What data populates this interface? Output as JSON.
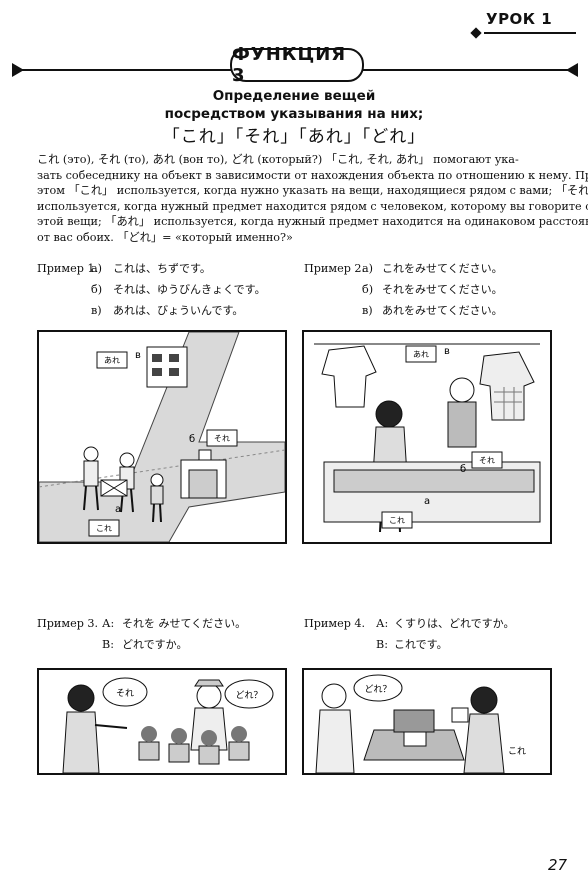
{
  "header": {
    "lesson": "УРОК 1",
    "function_title": "ФУНКЦИЯ 3"
  },
  "heading": {
    "line1": "Определение вещей",
    "line2": "посредством указывания на них;",
    "line3": "「これ」「それ」「あれ」「どれ」"
  },
  "paragraph": [
    "これ (это),   それ (то),   あれ (вон то),   どれ   (который?) 「これ, それ, あれ」 помогают ука-",
    "зать собеседнику на объект в зависимости от нахождения объекта по отношению к нему. При",
    "этом 「これ」 используется, когда нужно указать на вещи, находящиеся рядом с вами; 「それ」",
    "используется, когда нужный предмет находится рядом с человеком, которому вы говорите об",
    "этой вещи; 「あれ」 используется, когда нужный предмет находится на одинаковом расстоянии",
    "от вас обоих. 「どれ」= «который именно?»"
  ],
  "example1": {
    "label": "Пример 1.",
    "rows": [
      {
        "marker": "а)",
        "text": "これは、ちずです。"
      },
      {
        "marker": "б)",
        "text": "それは、ゆうびんきょくです。"
      },
      {
        "marker": "в)",
        "text": "あれは、びょういんです。"
      }
    ]
  },
  "example2": {
    "label": "Пример 2.",
    "rows": [
      {
        "marker": "а)",
        "text": "これをみせてください。"
      },
      {
        "marker": "б)",
        "text": "それをみせてください。"
      },
      {
        "marker": "в)",
        "text": "あれをみせてください。"
      }
    ]
  },
  "example3": {
    "label": "Пример 3.",
    "rows": [
      {
        "marker": "А:",
        "text": "それを みせてください。"
      },
      {
        "marker": "В:",
        "text": "どれですか。"
      }
    ]
  },
  "example4": {
    "label": "Пример 4.",
    "rows": [
      {
        "marker": "А:",
        "text": "くすりは、どれですか。"
      },
      {
        "marker": "В:",
        "text": "これです。"
      }
    ]
  },
  "illustration1": {
    "label_a": "а",
    "label_b": "б",
    "label_v": "в",
    "bubble_kore": "これ",
    "bubble_sore": "それ",
    "bubble_are": "あれ"
  },
  "illustration2": {
    "label_a": "а",
    "label_b": "б",
    "label_v": "в",
    "bubble_kore": "これ",
    "bubble_sore": "それ",
    "bubble_are": "あれ"
  },
  "illustration3": {
    "bubble_sore": "それ",
    "bubble_dore": "どれ？"
  },
  "illustration4": {
    "bubble_dore": "どれ？",
    "bubble_kore": "これ"
  },
  "page_number": "27"
}
